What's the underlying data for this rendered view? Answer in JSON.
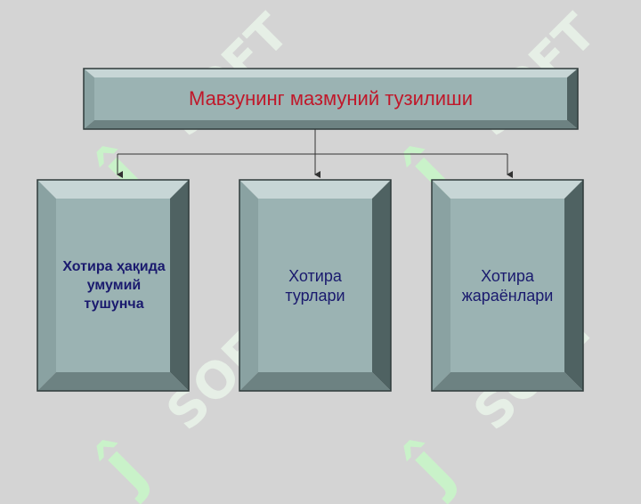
{
  "watermark": {
    "text": "SOFT",
    "mark": "ĵ"
  },
  "diagram": {
    "root": {
      "label": "Мавзунинг мазмуний тузилиши"
    },
    "children": [
      {
        "label": "Хотира ҳақида\nумумий\nтушунча",
        "bold": true
      },
      {
        "label": "Хотира\nтурлари",
        "bold": false
      },
      {
        "label": "Хотира\nжараёнлари",
        "bold": false
      }
    ]
  },
  "colors": {
    "background": "#d4d4d4",
    "box_face": "#9bb3b3",
    "bevel_top": "#c7d6d6",
    "bevel_left": "#8aa2a2",
    "bevel_right": "#4f6262",
    "bevel_bottom": "#6d8282",
    "title_text": "#c0182a",
    "child_text": "#1a1a6e",
    "connector": "#333333"
  }
}
